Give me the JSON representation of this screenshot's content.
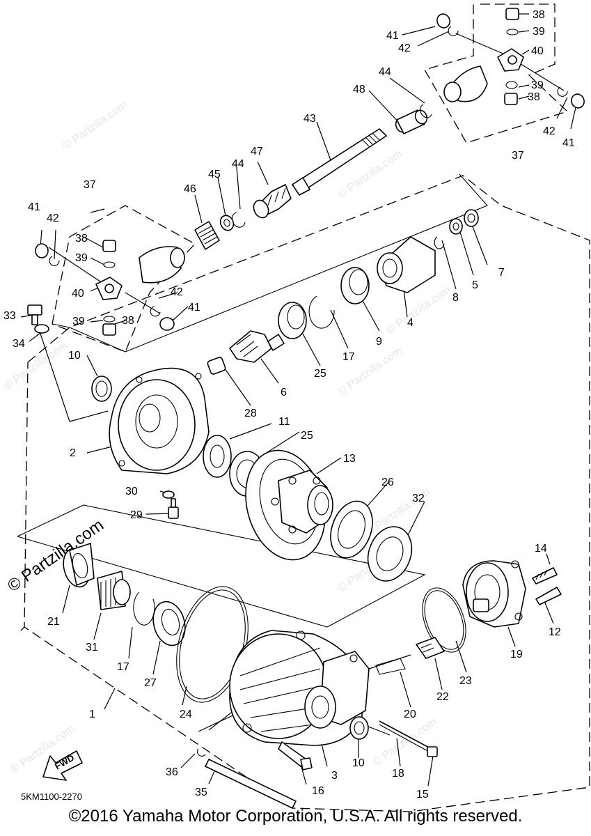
{
  "diagram_code": "5KM1100-2270",
  "copyright": "©2016 Yamaha Motor Corporation, U.S.A. All rights reserved.",
  "watermark": "© Partzilla.com",
  "fwd_label": "FWD",
  "callouts": [
    "1",
    "2",
    "3",
    "4",
    "5",
    "6",
    "7",
    "8",
    "9",
    "10",
    "10",
    "11",
    "12",
    "13",
    "14",
    "15",
    "16",
    "17",
    "17",
    "18",
    "19",
    "20",
    "21",
    "22",
    "23",
    "24",
    "25",
    "25",
    "26",
    "27",
    "28",
    "29",
    "30",
    "31",
    "32",
    "33",
    "34",
    "35",
    "36",
    "37",
    "37",
    "38",
    "38",
    "38",
    "38",
    "39",
    "39",
    "39",
    "39",
    "40",
    "40",
    "41",
    "41",
    "41",
    "41",
    "42",
    "42",
    "42",
    "42",
    "43",
    "44",
    "44",
    "45",
    "46",
    "47",
    "48"
  ],
  "colors": {
    "line": "#000000",
    "watermark": "#e6e6e6",
    "background": "#ffffff"
  }
}
